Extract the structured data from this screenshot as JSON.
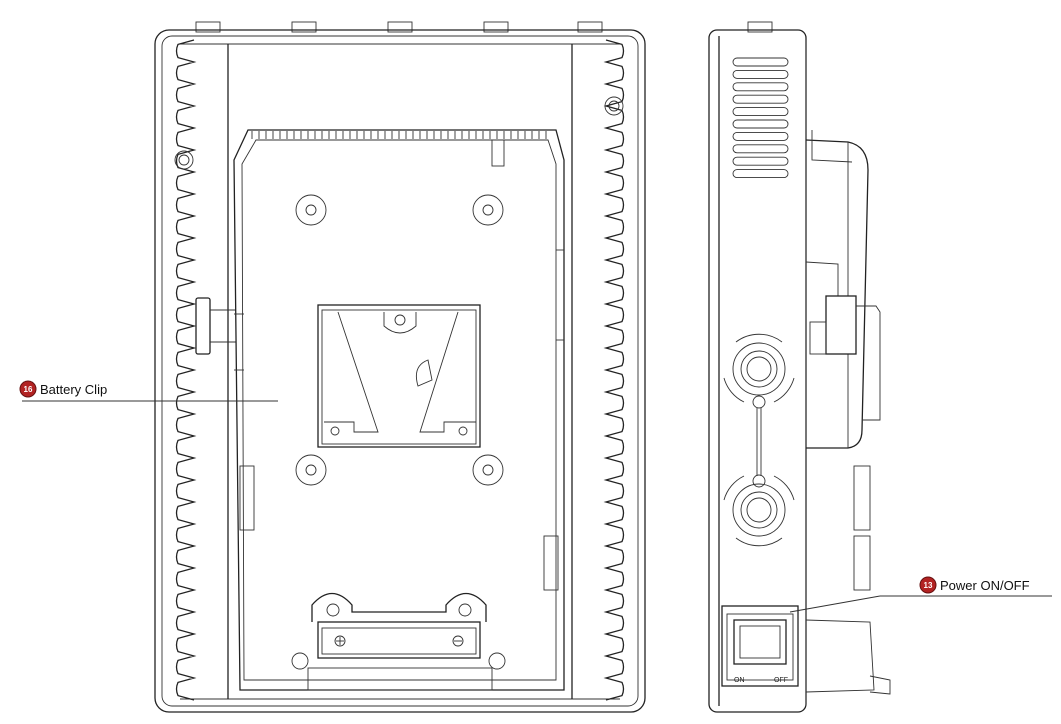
{
  "callouts": [
    {
      "number": "16",
      "label": "Battery Clip"
    },
    {
      "number": "13",
      "label": "Power ON/OFF"
    }
  ],
  "switch_labels": {
    "on": "ON",
    "off": "OFF"
  },
  "colors": {
    "callout_marker": "#b22222",
    "line": "#222222"
  }
}
